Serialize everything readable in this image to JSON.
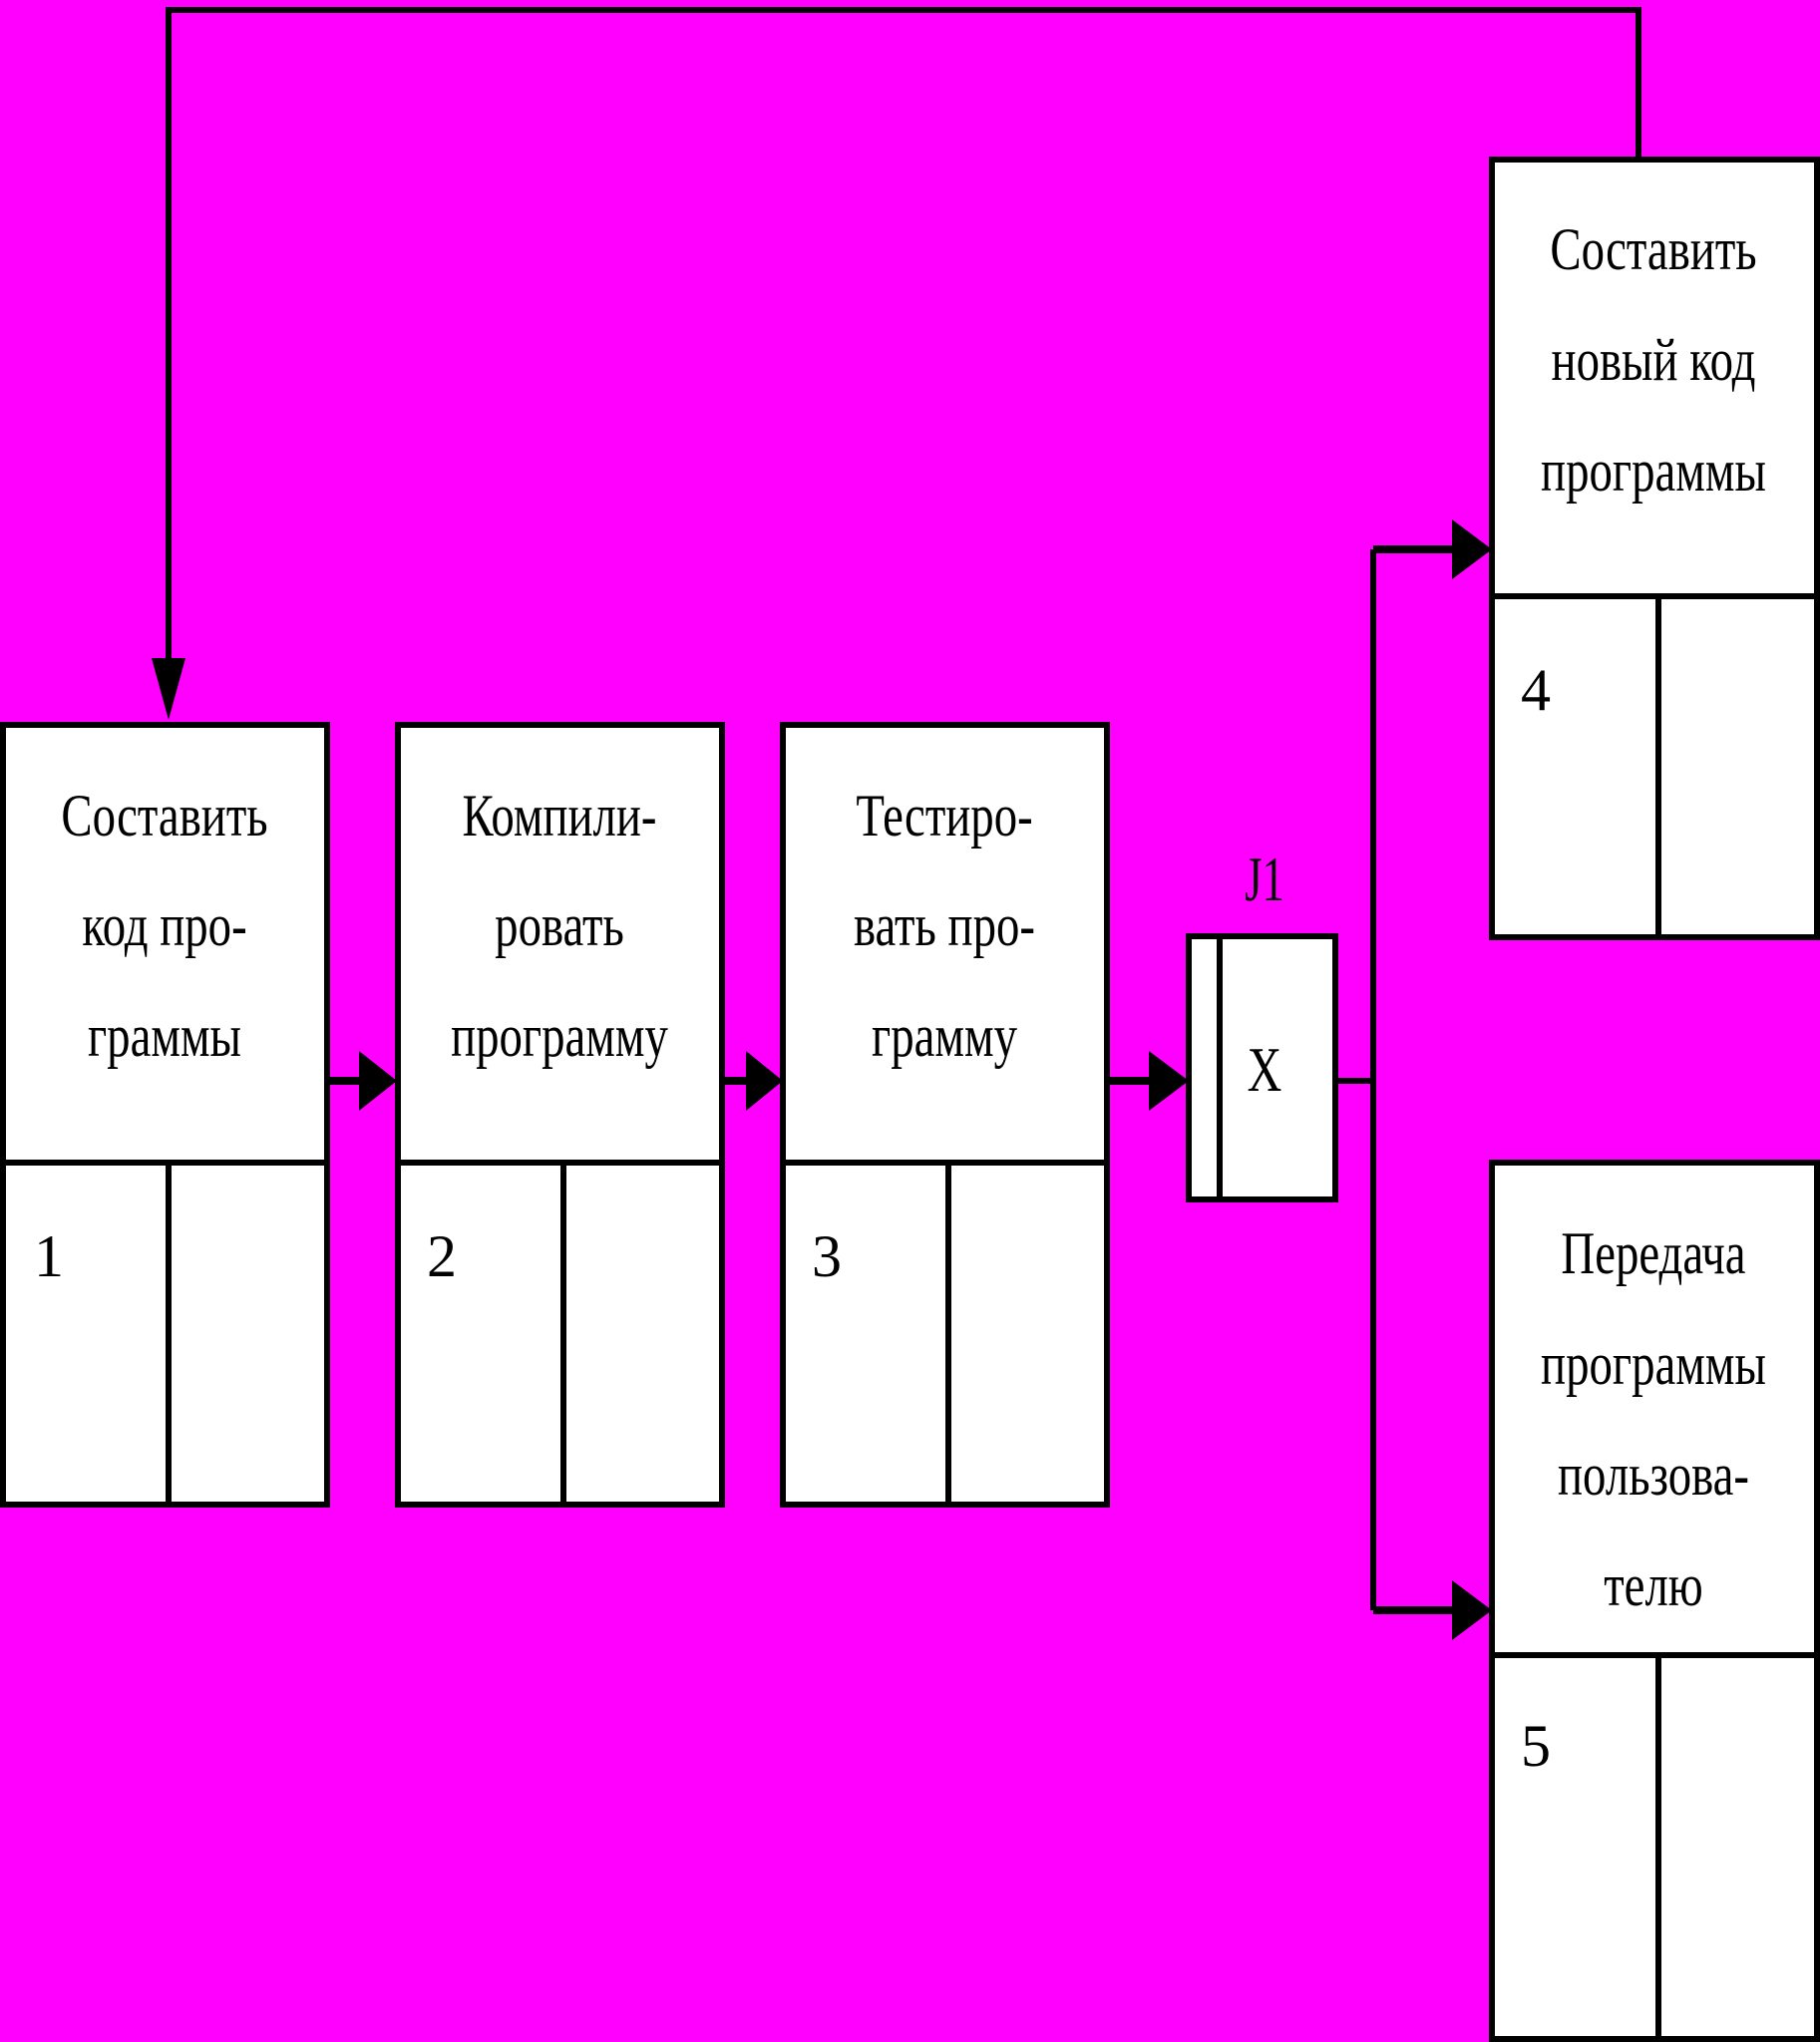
{
  "colors": {
    "background": "#ff00ff",
    "box_fill": "#ffffff",
    "stroke": "#000000"
  },
  "boxes": [
    {
      "id": "1",
      "lines": [
        "Составить",
        "код про-",
        "граммы"
      ]
    },
    {
      "id": "2",
      "lines": [
        "Компили-",
        "ровать",
        "программу"
      ]
    },
    {
      "id": "3",
      "lines": [
        "Тестиро-",
        "вать про-",
        "грамму"
      ]
    },
    {
      "id": "4",
      "lines": [
        "Составить",
        "новый код",
        "программы"
      ]
    },
    {
      "id": "5",
      "lines": [
        "Передача",
        "программы",
        "пользова-",
        "телю"
      ]
    }
  ],
  "junction": {
    "label": "J1",
    "type": "X"
  }
}
